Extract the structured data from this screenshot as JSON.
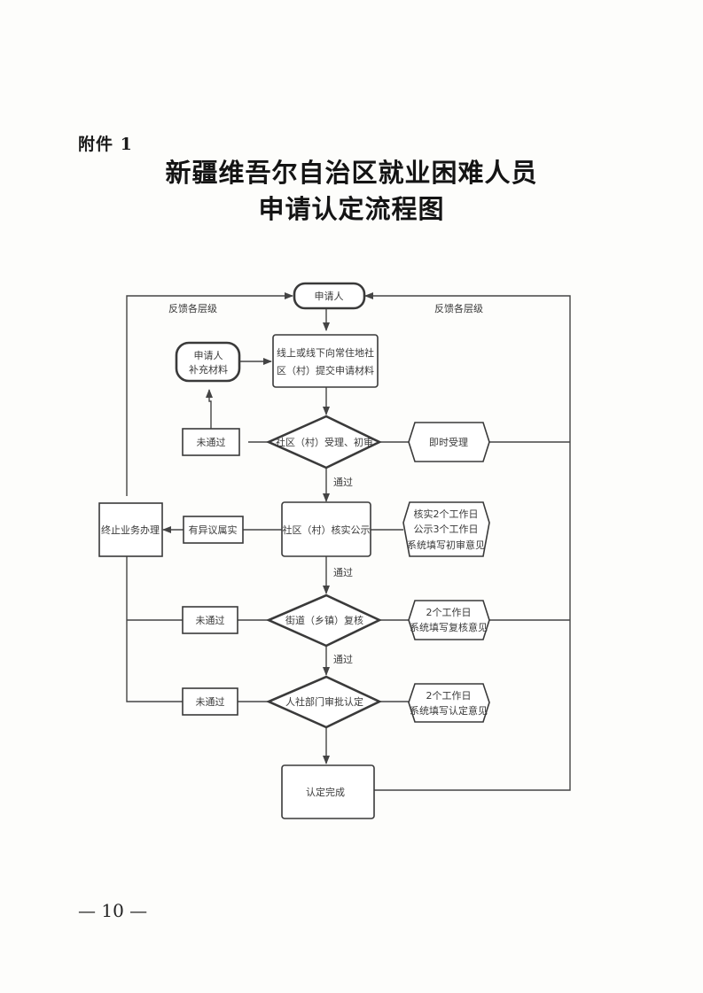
{
  "document": {
    "attachment_label": "附件 1",
    "title_line1": "新疆维吾尔自治区就业困难人员",
    "title_line2": "申请认定流程图",
    "page_number": "— 10 —"
  },
  "flowchart": {
    "feedback_left": "反馈各层级",
    "feedback_right": "反馈各层级",
    "applicant": "申请人",
    "submit": [
      "线上或线下向常住地社",
      "区（村）提交申请材料"
    ],
    "supplement": [
      "申请人",
      "补充材料"
    ],
    "decision1": "社区（村）受理、初审",
    "fail1": "未通过",
    "instant_accept": "即时受理",
    "pass1": "通过",
    "publicity": "社区（村）核实公示",
    "objection": "有异议属实",
    "terminate": "终止业务办理",
    "publicity_note": [
      "核实2个工作日",
      "公示3个工作日",
      "系统填写初审意见"
    ],
    "pass2": "通过",
    "decision2": "街道（乡镇）复核",
    "fail2": "未通过",
    "review_note": [
      "2个工作日",
      "系统填写复核意见"
    ],
    "pass3": "通过",
    "decision3": "人社部门审批认定",
    "fail3": "未通过",
    "approve_note": [
      "2个工作日",
      "系统填写认定意见"
    ],
    "complete": "认定完成"
  }
}
